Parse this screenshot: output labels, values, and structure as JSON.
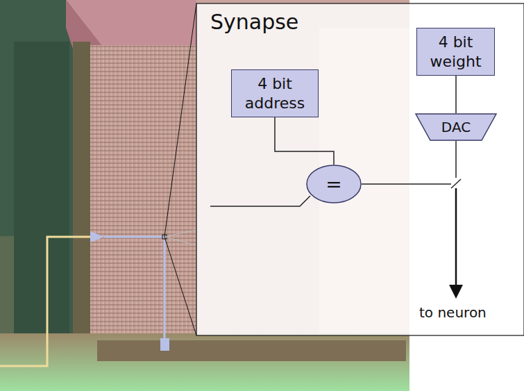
{
  "diagram": {
    "title": "Synapse",
    "nodes": [
      {
        "text": [
          "4 bit address"
        ]
      },
      {
        "text": [
          "4 bit weight"
        ]
      },
      {
        "text": [
          "="
        ]
      },
      {
        "text": [
          "DAC"
        ]
      }
    ],
    "edges": [
      {
        "from": 0,
        "to": 2,
        "arrow": "none"
      },
      {
        "from": 1,
        "to": 3,
        "arrow": "none"
      }
    ],
    "labels": [
      "to neuron"
    ]
  }
}
